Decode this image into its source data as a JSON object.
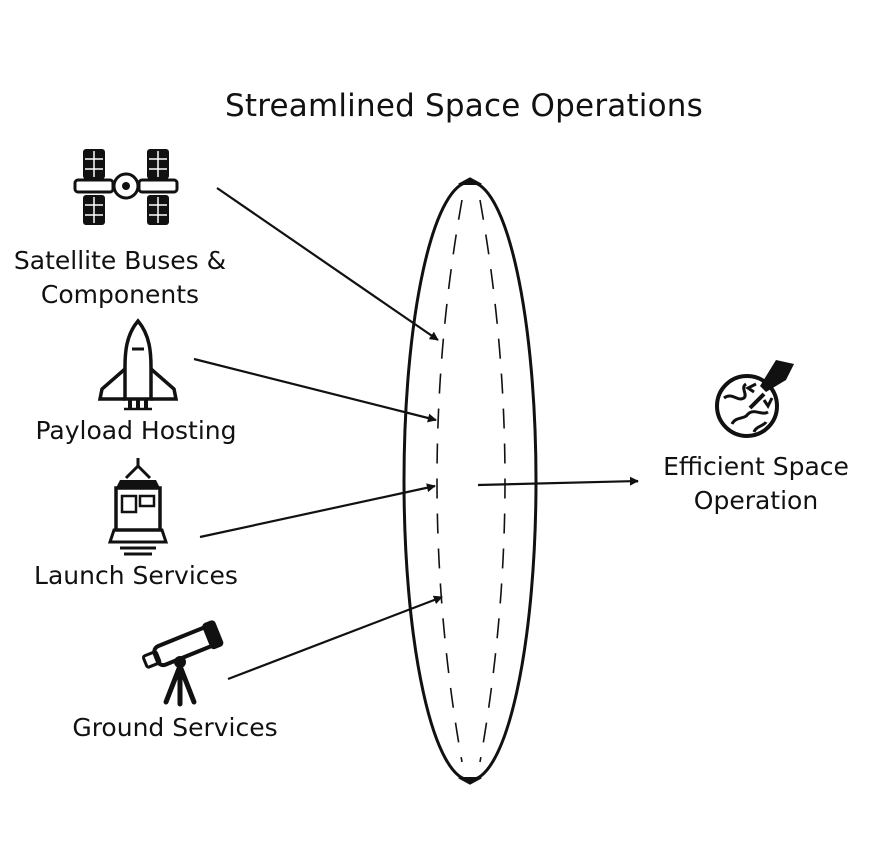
{
  "title": "Streamlined Space Operations",
  "inputs": [
    {
      "label": "Satellite Buses & Components",
      "icon": "satellite-icon"
    },
    {
      "label": "Payload Hosting",
      "icon": "space-shuttle-icon"
    },
    {
      "label": "Launch Services",
      "icon": "space-capsule-icon"
    },
    {
      "label": "Ground Services",
      "icon": "telescope-icon"
    }
  ],
  "output": {
    "label": "Efficient Space Operation",
    "icon": "globe-rocket-icon"
  },
  "colors": {
    "ink": "#111111",
    "background": "#ffffff"
  }
}
